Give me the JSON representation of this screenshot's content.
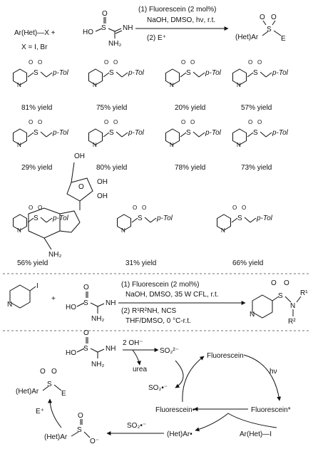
{
  "reaction1": {
    "substrate": "Ar(Het)—X +",
    "x_note": "X = I, Br",
    "cond1": "(1) Fluorescein (2 mol%)",
    "cond2": "NaOH, DMSO, hν, r.t.",
    "cond3": "(2) E⁺",
    "product_ar": "(Het)Ar",
    "product_e": "E",
    "reagent": {
      "ho": "HO",
      "s": "S",
      "o": "O",
      "nh": "NH",
      "nh2": "NH₂"
    }
  },
  "products": [
    {
      "yield": "81% yield",
      "label": "p-Tol"
    },
    {
      "yield": "75% yield",
      "label": "p-Tol"
    },
    {
      "yield": "20% yield",
      "label": "p-Tol"
    },
    {
      "yield": "57% yield",
      "label": "p-Tol"
    },
    {
      "yield": "29% yield",
      "label": "p-Tol"
    },
    {
      "yield": "80% yield",
      "label": "p-Tol"
    },
    {
      "yield": "78% yield",
      "label": "p-Tol"
    },
    {
      "yield": "73% yield",
      "label": "p-Tol"
    },
    {
      "yield": "56% yield",
      "label": "p-Tol"
    },
    {
      "yield": "31% yield",
      "label": "p-Tol"
    },
    {
      "yield": "66% yield",
      "label": "p-Tol"
    }
  ],
  "atoms": {
    "N": "N",
    "S": "S",
    "O": "O",
    "OH": "OH",
    "NH2": "NH₂"
  },
  "reaction2": {
    "iodide": "I",
    "plus": "+",
    "cond1": "(1) Fluorescein (2 mol%)",
    "cond2": "NaOH, DMSO, 35 W CFL, r.t.",
    "cond3": "(2) R¹R²NH, NCS",
    "cond4": "THF/DMSO, 0 °C-r.t.",
    "r1": "R¹",
    "r2": "R²"
  },
  "mechanism": {
    "oh": "2 OH⁻",
    "so2_dianion": "SO₂²⁻",
    "urea": "urea",
    "so2_radical": "SO₂•⁻",
    "fluorescein": "Fluorescein",
    "hv": "hν",
    "fluorescein_excited": "Fluorescein*",
    "fluorescein_radical_anion": "Fluorescein•⁻",
    "aryl_radical": "(Het)Ar•",
    "aryl_iodide": "Ar(Het)—I",
    "so2_radical_2": "SO₂•⁻",
    "sulfinate": "(Het)Ar",
    "sulfinate_o": "O",
    "sulfinate_om": "O⁻",
    "e_plus": "E⁺",
    "sulfone_ar": "(Het)Ar",
    "sulfone_e": "E"
  }
}
